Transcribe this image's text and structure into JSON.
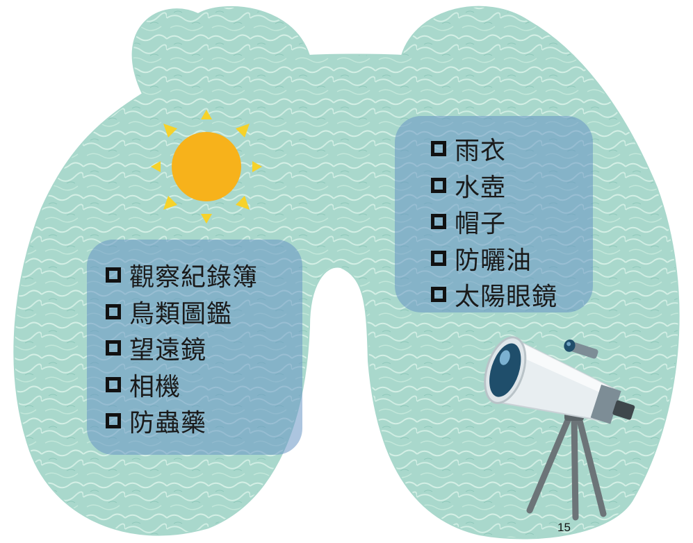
{
  "colors": {
    "water_base": "#a9d8cc",
    "water_light": "#d4efe3",
    "panel": "#6796c5",
    "sun": "#f7b21b",
    "sun_rays": "#f6d22a",
    "telescope_body": "#e8eef1",
    "telescope_accent": "#7d8d96",
    "telescope_lens": "#1f4e6b",
    "tripod": "#6c7478"
  },
  "icons": {
    "sun": "sun-icon",
    "telescope": "telescope-icon",
    "checkbox": "checkbox-empty-icon"
  },
  "left_list": {
    "items": [
      {
        "label": "觀察紀錄簿"
      },
      {
        "label": "鳥類圖鑑"
      },
      {
        "label": "望遠鏡"
      },
      {
        "label": "相機"
      },
      {
        "label": "防蟲藥"
      }
    ]
  },
  "right_list": {
    "items": [
      {
        "label": "雨衣"
      },
      {
        "label": "水壺"
      },
      {
        "label": "帽子"
      },
      {
        "label": "防曬油"
      },
      {
        "label": "太陽眼鏡"
      }
    ]
  },
  "page_number": "15"
}
